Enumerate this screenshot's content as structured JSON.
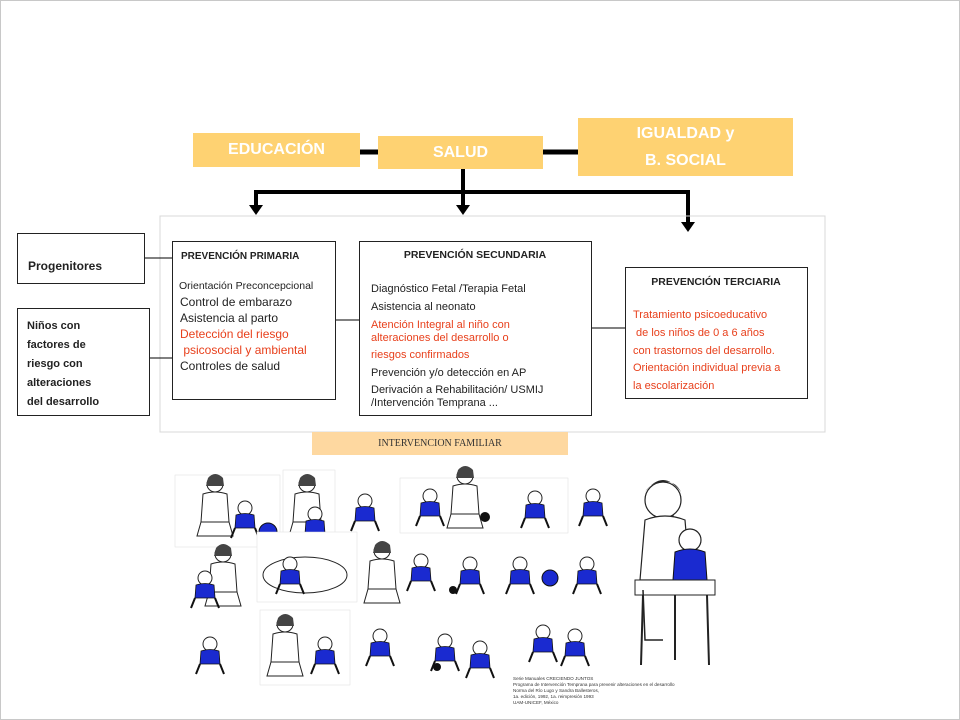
{
  "sectors": {
    "educacion": "EDUCACIÓN",
    "salud": "SALUD",
    "igualdad_line1": "IGUALDAD y",
    "igualdad_line2": "B. SOCIAL"
  },
  "populations": {
    "progenitores": "Progenitores",
    "ninos_lines": [
      "Niños con",
      "factores  de",
      "riesgo con",
      "alteraciones",
      "del desarrollo"
    ]
  },
  "prevention": {
    "primaria": {
      "title": "PREVENCIÓN PRIMARIA",
      "items": [
        "Orientación Preconcepcional",
        "Control de embarazo",
        "Asistencia al parto",
        "Detección del riesgo",
        " psicosocial y ambiental",
        "Controles de salud"
      ]
    },
    "secundaria": {
      "title": "PREVENCIÓN SECUNDARIA",
      "items": [
        "Diagnóstico Fetal /Terapia Fetal",
        "Asistencia al neonato",
        "Atención Integral al niño con",
        "alteraciones del desarrollo o",
        "riesgos confirmados",
        "Prevención y/o detección en AP",
        "Derivación a Rehabilitación/ USMIJ",
        "/Intervención Temprana ..."
      ]
    },
    "terciaria": {
      "title": "PREVENCIÓN TERCIARIA",
      "items": [
        "Tratamiento psicoeducativo",
        " de los niños de 0 a 6 años",
        "con trastornos del desarrollo.",
        "Orientación individual  previa a",
        "la escolarización"
      ]
    }
  },
  "intervencion_familiar": "INTERVENCION FAMILIAR",
  "credits": [
    "Serie Manuales  CRECIENDO JUNTOS",
    "Programa de Intervención Temprana para prevenir alteraciones en el desarrollo",
    "Norma del Río Lugo y Sandra Ballesteros,",
    "1a. edición, 1992, 1a. reimpresión  1993",
    "UAM-UNICEF, México"
  ],
  "colors": {
    "sector_fill": "#fed272",
    "sector_text": "#ffffff",
    "intervencion_fill": "#fed8a0",
    "accent_red": "#e8401c",
    "clipart_blue": "#1a2ad0"
  }
}
